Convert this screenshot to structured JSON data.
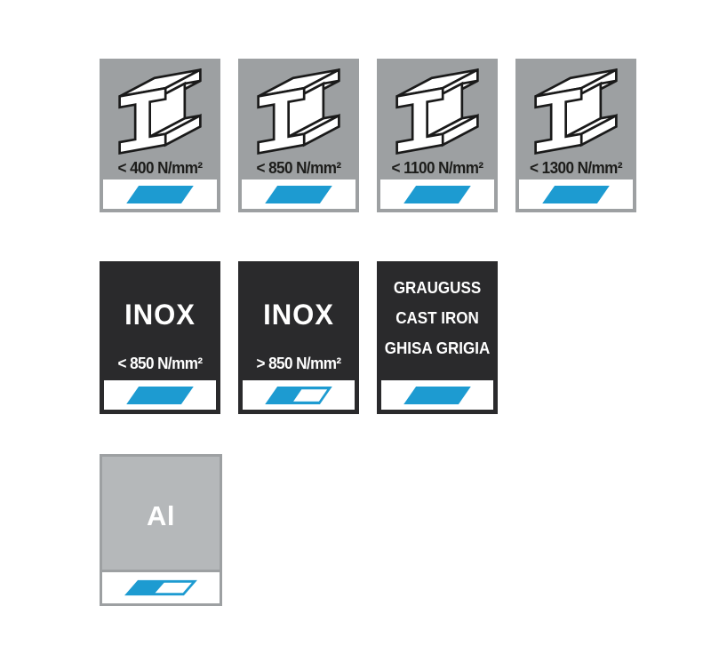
{
  "page": {
    "background": "#ffffff"
  },
  "colors": {
    "steel_tile_bg": "#9DA0A2",
    "inox_tile_bg": "#2A2A2C",
    "alu_tile_bg": "#B5B8BA",
    "alu_tile_frame": "#9DA0A2",
    "marker_blue": "#1D9BD1",
    "label_dark": "#1D1D1B",
    "label_light": "#FFFFFF",
    "icon_outline": "#1A1A1A",
    "strip_bg": "#FFFFFF"
  },
  "tiles": {
    "steel": [
      {
        "label": "< 400 N/mm²",
        "icon": "i-beam-icon",
        "marker": "solid-parallelogram"
      },
      {
        "label": "< 850 N/mm²",
        "icon": "i-beam-icon",
        "marker": "solid-parallelogram"
      },
      {
        "label": "< 1100 N/mm²",
        "icon": "i-beam-icon",
        "marker": "solid-parallelogram"
      },
      {
        "label": "< 1300 N/mm²",
        "icon": "i-beam-icon",
        "marker": "solid-parallelogram"
      }
    ],
    "inox": [
      {
        "title": "INOX",
        "label": "< 850 N/mm²",
        "marker": "solid-parallelogram"
      },
      {
        "title": "INOX",
        "label": "> 850 N/mm²",
        "marker": "split-parallelogram"
      }
    ],
    "cast_iron": {
      "lines": [
        "GRAUGUSS",
        "CAST IRON",
        "GHISA GRIGIA"
      ],
      "marker": "solid-parallelogram"
    },
    "aluminium": {
      "label": "Al",
      "marker": "split-parallelogram"
    }
  }
}
